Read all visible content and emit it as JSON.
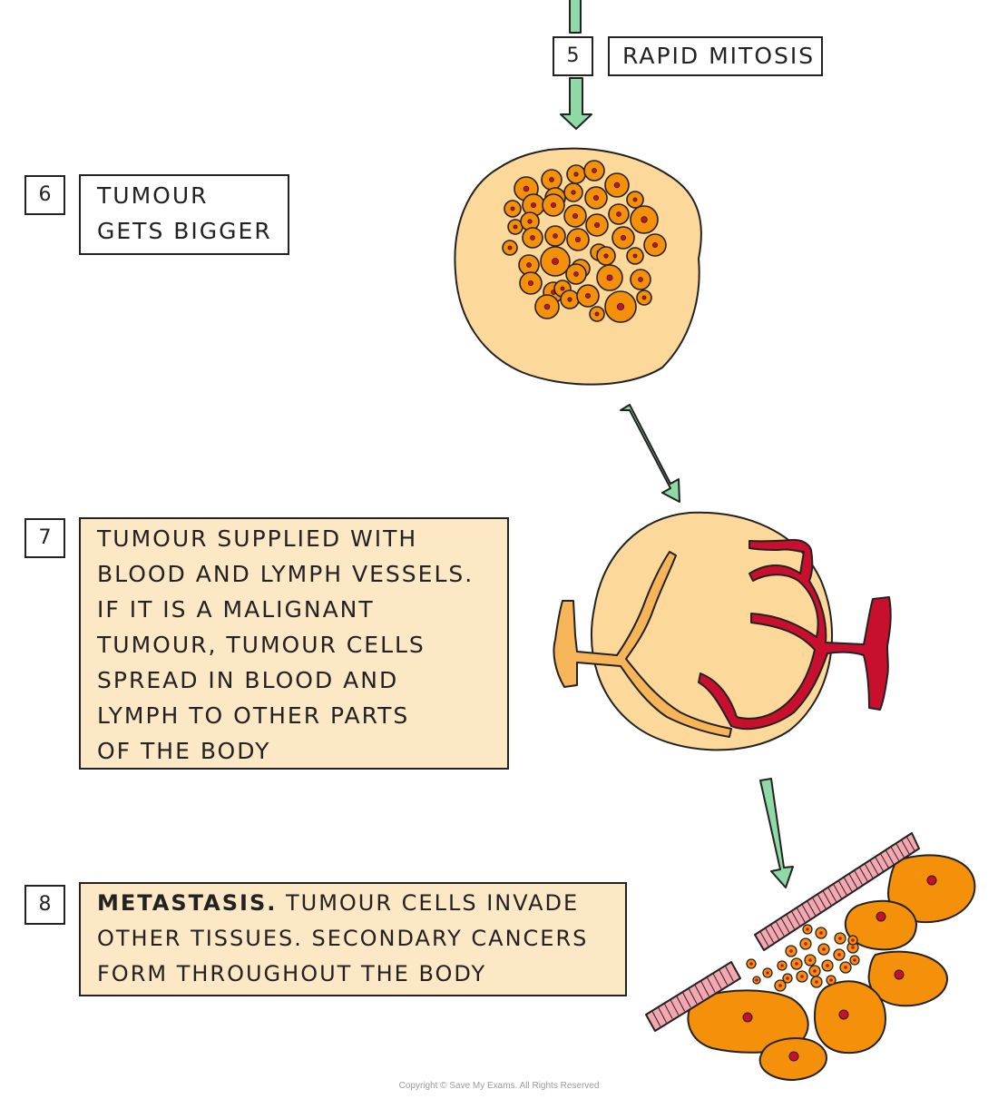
{
  "steps": [
    {
      "number": "5",
      "lines": [
        "RAPID MITOSIS"
      ]
    },
    {
      "number": "6",
      "lines": [
        "TUMOUR",
        "GETS BIGGER"
      ]
    },
    {
      "number": "7",
      "lines": [
        "TUMOUR SUPPLIED WITH",
        "BLOOD AND LYMPH VESSELS.",
        "IF IT IS A MALIGNANT",
        "TUMOUR, TUMOUR CELLS",
        "SPREAD IN BLOOD AND",
        "LYMPH TO OTHER PARTS",
        "OF THE BODY"
      ]
    },
    {
      "number": "8",
      "bold_term": "METASTASIS.",
      "lines": [
        " TUMOUR CELLS INVADE",
        "OTHER TISSUES. SECONDARY CANCERS",
        "FORM THROUGHOUT THE BODY"
      ]
    }
  ],
  "footer": {
    "copyright": "Copyright © Save My Exams. All Rights Reserved"
  },
  "colors": {
    "arrow": "#8ed9a6",
    "tumour_mass": "#fcd89a",
    "tumour_cell": "#f5900a",
    "nucleus": "#c8102e",
    "blood_vessel": "#c8102e",
    "lymph_vessel": "#f7b55a",
    "label_box": "#fde8c6"
  },
  "icons": [
    "process-arrow",
    "tumour-illustration",
    "vascularised-tumour-illustration",
    "metastasis-illustration"
  ]
}
